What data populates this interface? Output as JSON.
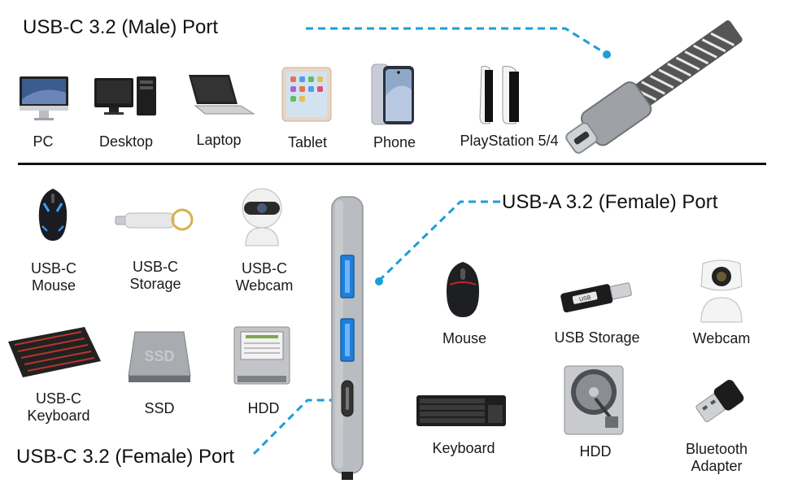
{
  "headings": {
    "usbc_male": "USB-C 3.2 (Male) Port",
    "usba_female": "USB-A 3.2 (Female) Port",
    "usbc_female": "USB-C 3.2 (Female) Port"
  },
  "hosts": [
    {
      "label": "PC",
      "icon": "imac-icon"
    },
    {
      "label": "Desktop",
      "icon": "desktop-tower-icon"
    },
    {
      "label": "Laptop",
      "icon": "laptop-icon"
    },
    {
      "label": "Tablet",
      "icon": "tablet-icon"
    },
    {
      "label": "Phone",
      "icon": "smartphone-icon"
    },
    {
      "label": "PlayStation 5/4",
      "icon": "game-console-icon"
    }
  ],
  "usbc_devices": [
    {
      "label": "USB-C\nMouse",
      "icon": "gaming-mouse-icon"
    },
    {
      "label": "USB-C\nStorage",
      "icon": "usb-stick-icon"
    },
    {
      "label": "USB-C\nWebcam",
      "icon": "webcam-icon"
    },
    {
      "label": "USB-C\nKeyboard",
      "icon": "mechanical-keyboard-icon"
    },
    {
      "label": "SSD",
      "icon": "ssd-icon"
    },
    {
      "label": "HDD",
      "icon": "hard-drive-icon"
    }
  ],
  "usba_devices": [
    {
      "label": "Mouse",
      "icon": "mouse-icon"
    },
    {
      "label": "USB Storage",
      "icon": "usb-flash-drive-icon"
    },
    {
      "label": "Webcam",
      "icon": "security-camera-icon"
    },
    {
      "label": "Keyboard",
      "icon": "keyboard-icon"
    },
    {
      "label": "HDD",
      "icon": "open-hard-drive-icon"
    },
    {
      "label": "Bluetooth\nAdapter",
      "icon": "bluetooth-adapter-icon"
    }
  ],
  "colors": {
    "leader_line": "#1a9fd6",
    "port_blue": "#1f7fd9",
    "hub_body": "#b9bcc0",
    "divider": "#111111"
  }
}
